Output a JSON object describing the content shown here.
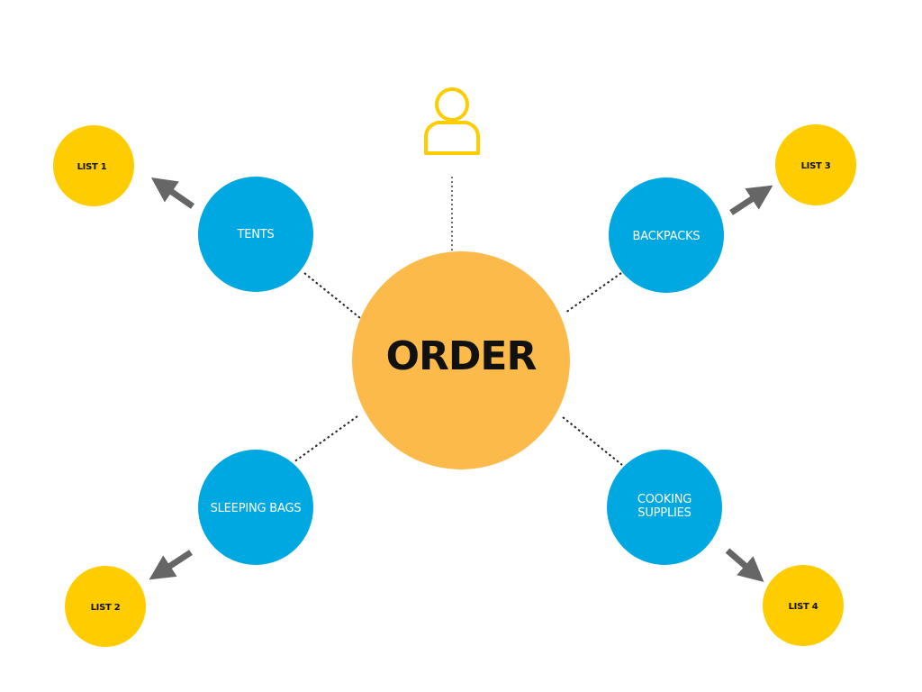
{
  "center": {
    "label": "ORDER",
    "color": "#FBBA4A"
  },
  "colors": {
    "category": "#00A8E1",
    "list": "#FFCC00",
    "arrow": "#666666",
    "connector": "#222222",
    "user_icon": "#FFCC00"
  },
  "user_icon": {
    "name": "user-icon"
  },
  "categories": [
    {
      "key": "tents",
      "label": "TENTS",
      "list_label": "LIST 1"
    },
    {
      "key": "backpacks",
      "label": "BACKPACKS",
      "list_label": "LIST 3"
    },
    {
      "key": "sleeping-bags",
      "label": "SLEEPING BAGS",
      "list_label": "LIST 2"
    },
    {
      "key": "cooking-supplies",
      "label_line1": "COOKING",
      "label_line2": "SUPPLIES",
      "list_label": "LIST 4"
    }
  ]
}
